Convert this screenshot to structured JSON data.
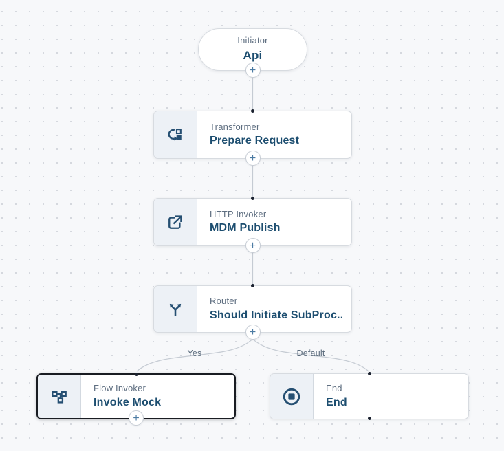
{
  "ui": {
    "add_step_glyph": "+"
  },
  "edges": {
    "yes_label": "Yes",
    "default_label": "Default"
  },
  "nodes": {
    "initiator": {
      "type_label": "Initiator",
      "name": "Api"
    },
    "transformer": {
      "type_label": "Transformer",
      "name": "Prepare Request",
      "icon": "transform-icon"
    },
    "http_invoker": {
      "type_label": "HTTP Invoker",
      "name": "MDM Publish",
      "icon": "external-link-icon"
    },
    "router": {
      "type_label": "Router",
      "name": "Should Initiate SubProc...",
      "icon": "branch-split-icon"
    },
    "flow_invoker": {
      "type_label": "Flow Invoker",
      "name": "Invoke Mock",
      "icon": "sitemap-icon",
      "selected": "true"
    },
    "end": {
      "type_label": "End",
      "name": "End",
      "icon": "stop-icon"
    }
  },
  "colors": {
    "canvas_background": "#f7f8fa",
    "grid_dot": "#d5d8de",
    "node_border": "#d7dbe0",
    "selected_border": "#191c22",
    "icon_panel": "#edf1f6",
    "icon_ink": "#254f72",
    "type_text": "#5e6e80",
    "name_text": "#1d4e70",
    "edge_line": "#c5cbd3",
    "plus": "#4c7ba3"
  }
}
